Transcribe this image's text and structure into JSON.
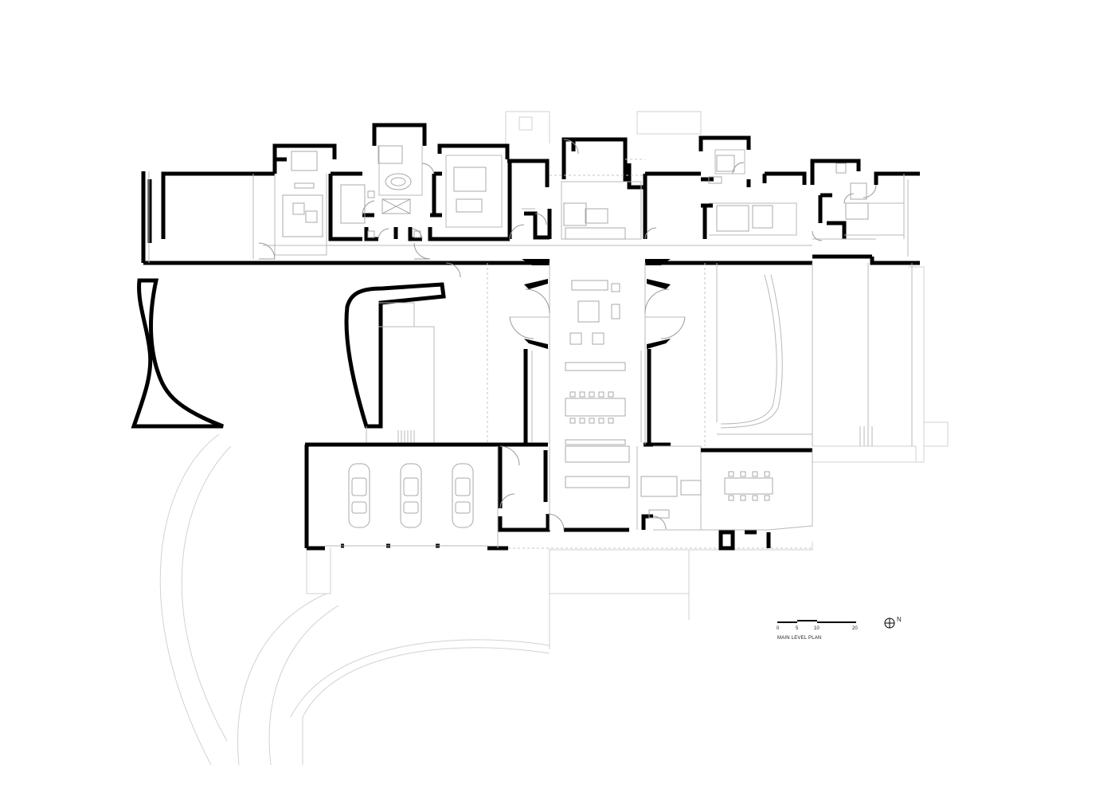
{
  "plan": {
    "title": "MAIN LEVEL PLAN",
    "scale_ticks": [
      "0",
      "5",
      "10",
      "20"
    ],
    "north_label": "N",
    "cars_in_garage": 3
  },
  "colors": {
    "wall": "#000000",
    "light_line": "#b9b9b9",
    "site_line": "#d2d2d2"
  }
}
